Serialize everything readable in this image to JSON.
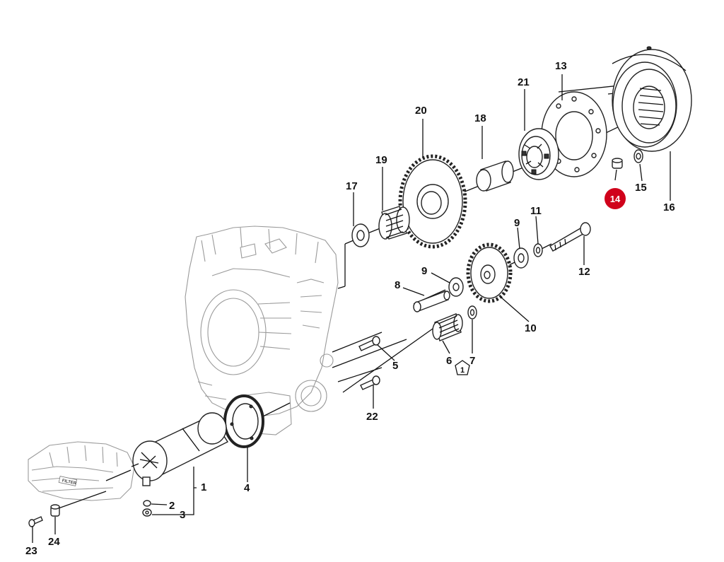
{
  "diagram": {
    "highlight_color": "#d0021b",
    "labels": {
      "p1": "1",
      "p2": "2",
      "p3": "3",
      "p4": "4",
      "p5": "5",
      "p6": "6",
      "p7": "7",
      "p8": "8",
      "p9a": "9",
      "p9b": "9",
      "p10": "10",
      "p11": "11",
      "p12": "12",
      "p13": "13",
      "p14": "14",
      "p15": "15",
      "p16": "16",
      "p17": "17",
      "p18": "18",
      "p19": "19",
      "p20": "20",
      "p21": "21",
      "p22": "22",
      "p23": "23",
      "p24": "24",
      "note_symbol": "1"
    },
    "badge_label": "FILTER"
  }
}
